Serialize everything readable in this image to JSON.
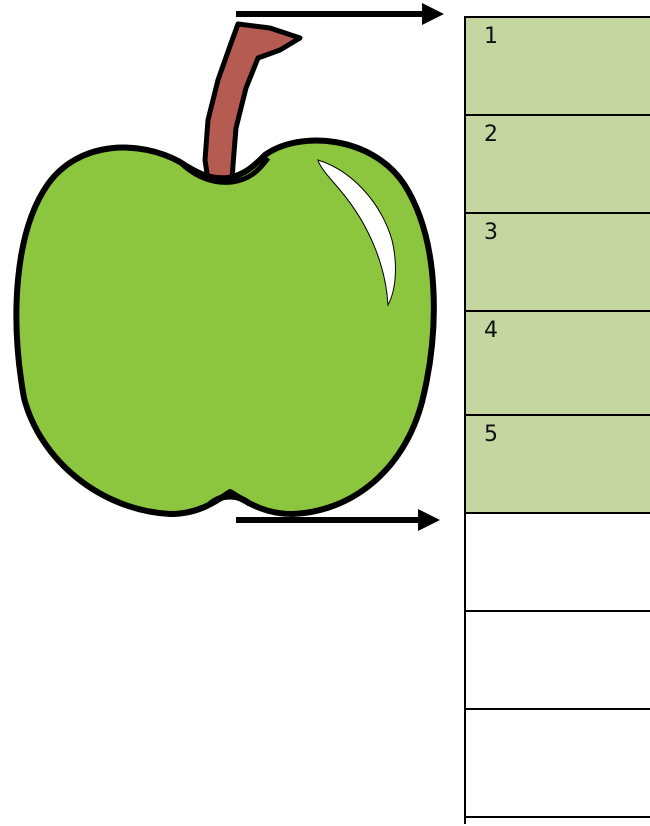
{
  "colors": {
    "apple_fill": "#8cc63f",
    "apple_outline": "#000000",
    "stem": "#b55b52",
    "highlight": "#ffffff",
    "filled_cell": "#c5d6a0",
    "empty_cell": "#ffffff"
  },
  "icons": {
    "apple": "apple-icon",
    "arrow": "arrow-right-icon"
  },
  "rows": [
    {
      "label": "1",
      "filled": true
    },
    {
      "label": "2",
      "filled": true
    },
    {
      "label": "3",
      "filled": true
    },
    {
      "label": "4",
      "filled": true
    },
    {
      "label": "5",
      "filled": true
    },
    {
      "label": "",
      "filled": false
    },
    {
      "label": "",
      "filled": false
    },
    {
      "label": "",
      "filled": false
    }
  ]
}
